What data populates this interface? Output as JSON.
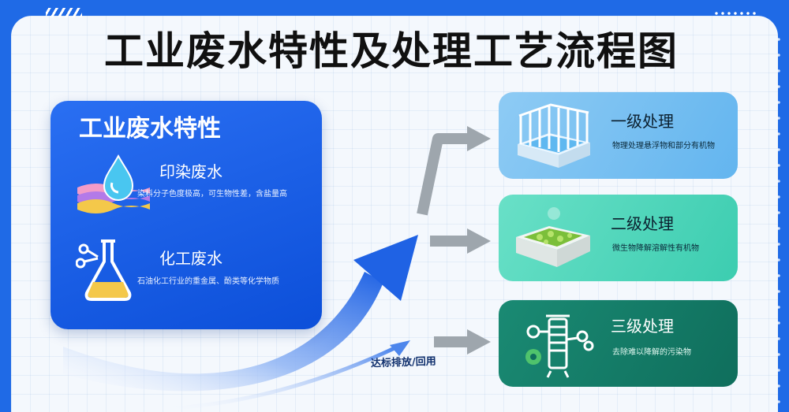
{
  "title": "工业废水特性及处理工艺流程图",
  "characteristics": {
    "title": "工业废水特性",
    "items": [
      {
        "name": "印染废水",
        "desc": "染料分子色度极高，可生物性差，含盐量高",
        "icon": "dye-wastewater-icon"
      },
      {
        "name": "化工废水",
        "desc": "石油化工行业的重金属、酚类等化学物质",
        "icon": "chemical-flask-icon"
      }
    ]
  },
  "stages": [
    {
      "title": "一级处理",
      "desc": "物理处理悬浮物和部分有机物",
      "icon": "sedimentation-tank-icon"
    },
    {
      "title": "二级处理",
      "desc": "微生物降解溶解性有机物",
      "icon": "biological-tank-icon"
    },
    {
      "title": "三级处理",
      "desc": "去除难以降解的污染物",
      "icon": "advanced-treatment-icon"
    }
  ],
  "discharge_label": "达标排放/回用",
  "colors": {
    "background": "#1f6ae6",
    "panel": "#f4f8fd",
    "characteristics_card": "#0c4fd9",
    "stage1": "#63b5ef",
    "stage2": "#3ccdb0",
    "stage3": "#0f6e5c",
    "arrow_main": "#1f62e4",
    "arrow_gray": "#9ea6ad"
  }
}
